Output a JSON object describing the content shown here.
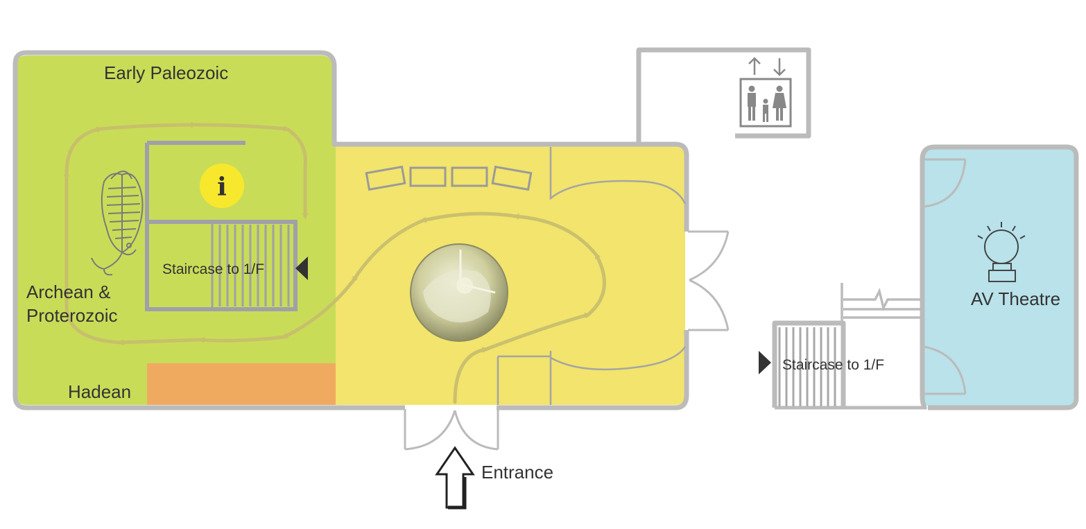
{
  "labels": {
    "early_paleozoic": "Early Paleozoic",
    "archean_line1": "Archean &",
    "archean_line2": "Proterozoic",
    "hadean": "Hadean",
    "staircase_left": "Staircase to 1/F",
    "staircase_right": "Staircase to 1/F",
    "av_theatre": "AV Theatre",
    "entrance": "Entrance",
    "info_symbol": "i"
  },
  "colors": {
    "green_zone": "#c9dc58",
    "yellow_zone": "#f2e46c",
    "hadean_zone": "#f0aa60",
    "theatre_zone": "#b9e2ea",
    "wall": "#bbbbbb",
    "path_arrow": "#c7bd6e",
    "info_badge": "#f7e82e",
    "globe": "#cfcf9f"
  },
  "icons": [
    "elevator-icon",
    "projector-icon",
    "info-icon",
    "trilobite-icon",
    "earth-globe-icon",
    "entrance-arrow-icon"
  ]
}
